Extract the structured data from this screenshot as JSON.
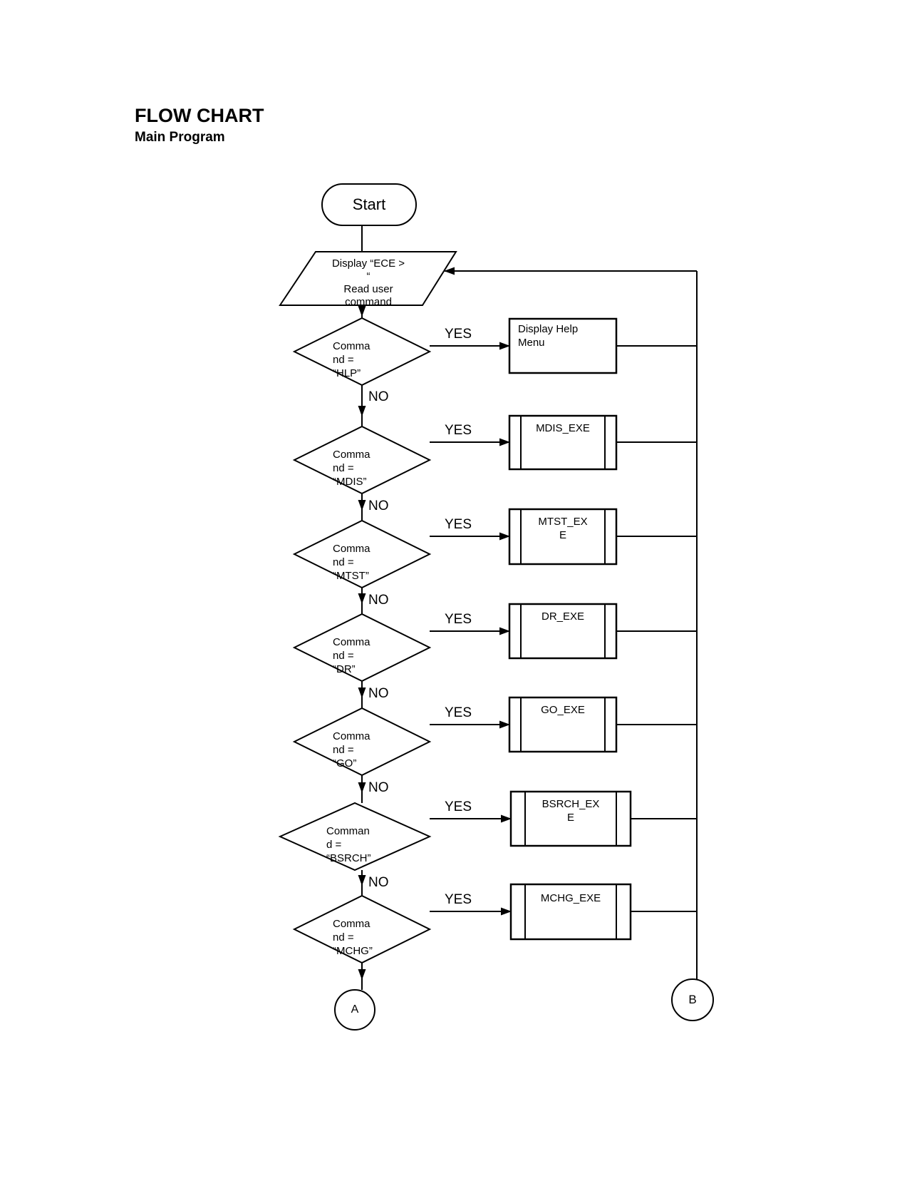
{
  "title": "FLOW CHART",
  "subtitle": "Main Program",
  "labels": {
    "yes": "YES",
    "no": "NO"
  },
  "nodes": {
    "start": "Start",
    "io_text": "Display “ECE >\n“\nRead user\ncommand",
    "decisions": [
      {
        "id": "hlp",
        "text": "Comma\nnd =\n“HLP”"
      },
      {
        "id": "mdis",
        "text": "Comma\nnd =\n“MDIS”"
      },
      {
        "id": "mtst",
        "text": "Comma\nnd =\n“MTST”"
      },
      {
        "id": "dr",
        "text": "Comma\nnd =\n“DR”"
      },
      {
        "id": "go",
        "text": "Comma\nnd =\n“GO”"
      },
      {
        "id": "bsrch",
        "text": "Comman\nd =\n“BSRCH”"
      },
      {
        "id": "mchg",
        "text": "Comma\nnd =\n“MCHG”"
      }
    ],
    "processes": [
      {
        "id": "display-help",
        "text": "Display Help\nMenu",
        "style": "process"
      },
      {
        "id": "mdis-exe",
        "text": "MDIS_EXE",
        "style": "predefined-process"
      },
      {
        "id": "mtst-exe",
        "text": "MTST_EX\nE",
        "style": "predefined-process"
      },
      {
        "id": "dr-exe",
        "text": "DR_EXE",
        "style": "predefined-process"
      },
      {
        "id": "go-exe",
        "text": "GO_EXE",
        "style": "predefined-process"
      },
      {
        "id": "bsrch-exe",
        "text": "BSRCH_EX\nE",
        "style": "predefined-process"
      },
      {
        "id": "mchg-exe",
        "text": "MCHG_EXE",
        "style": "predefined-process"
      }
    ],
    "offpage_connector_a": "A",
    "offpage_connector_b": "B"
  },
  "colors": {
    "stroke": "#000000",
    "background": "#ffffff",
    "text": "#000000"
  }
}
